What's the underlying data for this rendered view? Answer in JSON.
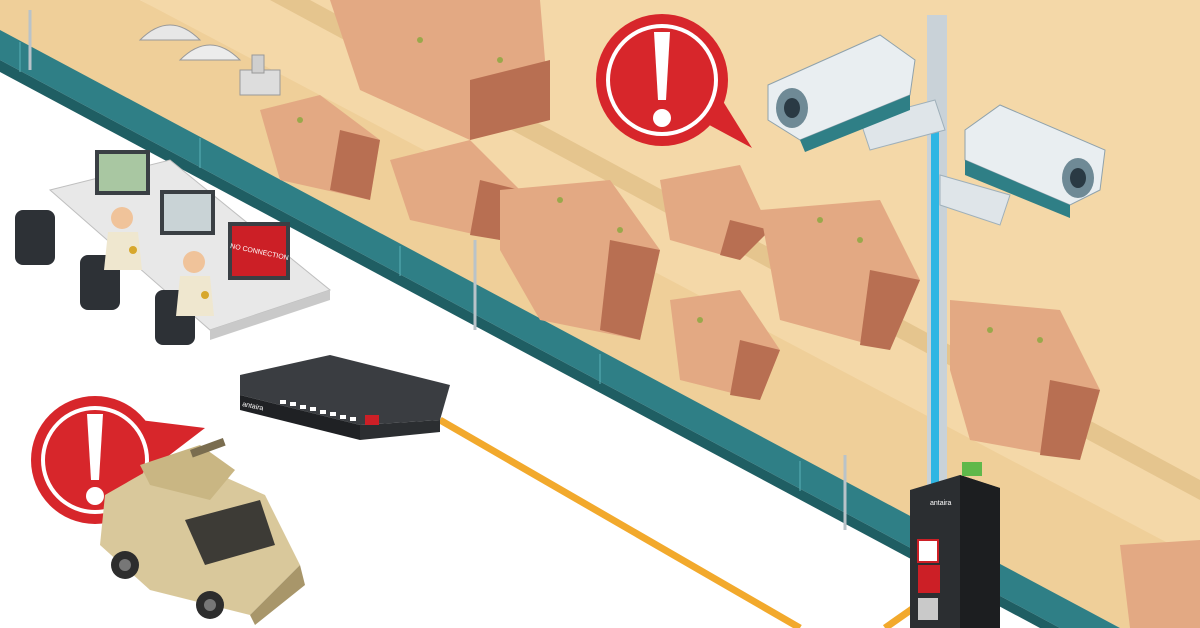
{
  "scene": {
    "monitor_alert_text": "NO CONNECTION",
    "switch_brand": "antaira",
    "injector_brand": "antaira",
    "colors": {
      "sand": "#f4d8a8",
      "rock": "#e3a983",
      "rock_shadow": "#b86f52",
      "fence": "#2f7f86",
      "alert_red": "#d7262b",
      "fiber_orange": "#f2a92c",
      "pole_blue": "#2fb6e3",
      "uniform": "#efe7cf",
      "vehicle": "#d9c89b"
    },
    "icons": [
      "alert-bubble-icon",
      "security-camera-icon",
      "network-switch-icon",
      "poe-injector-icon"
    ]
  }
}
